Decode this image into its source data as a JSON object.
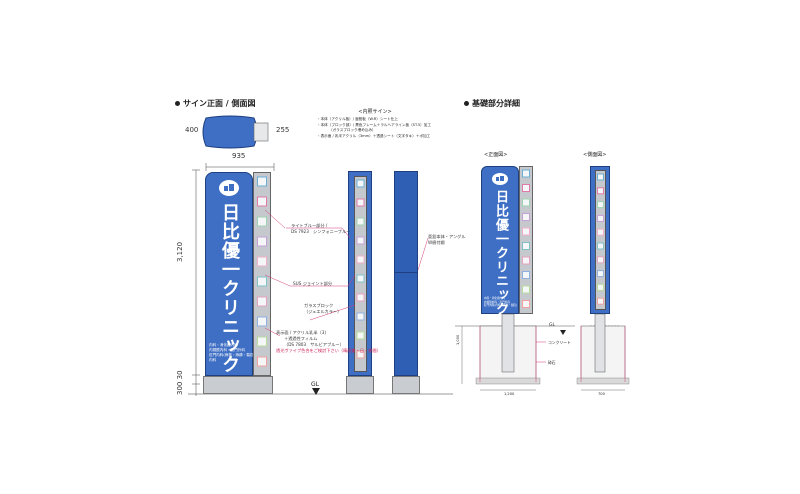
{
  "left_section": {
    "title": "サイン正面 / 側面図"
  },
  "right_section": {
    "title": "基礎部分詳細"
  },
  "plan_view": {
    "width": "400",
    "depth": "255"
  },
  "dimensions": {
    "width": "935",
    "height": "3,120",
    "base_a": "300",
    "base_b": "30",
    "gl": "GL"
  },
  "spec": {
    "title": "<内照サイン>",
    "lines": [
      "・本体（アクリル板）/ 亜鉛板（W.R）シート仕上",
      "・本体（ブロック部）/ 黒色フレーム＋ラルヘアライン板（ST.5）加工",
      "（ガラスブロック埋め込み）",
      "・表示面 / 乳半アクリル（3mm）＋透過シート（文字タキ）＋ボ加工"
    ]
  },
  "sign": {
    "name": "日比優一クリニック",
    "services": [
      "内科・消化器内科",
      "内視鏡内科・肛門外科",
      "肛門内科(痔核・痔瘻・裂肛)",
      "内科"
    ]
  },
  "front_callouts": [
    {
      "text": "ライトブルー部分 /",
      "sub": "DS 7923　シンフォニーブルー"
    },
    {
      "text": "SUS ジョイント部分",
      "sub": ""
    },
    {
      "text": "ガラスブロック",
      "sub": "（ジュエルカラー）"
    },
    {
      "text": "表示面 / アクリル乳半（3)",
      "sub": "＋透過性フィルム"
    },
    {
      "text": "（DS 7803　サルビアブルー）",
      "sub": ""
    }
  ],
  "front_callout_red": "透光ヴァイブ色合をご検討下さい（晴雨兼・日・夜間）",
  "side_callouts": [
    {
      "text": "亜鉛本体・アングル",
      "sub": "W樹付鋼"
    }
  ],
  "detail_views": {
    "front_title": "<正面図>",
    "side_title": "<側面図>",
    "gl": "GL",
    "concrete": "コンクリート",
    "crusher": "砕石",
    "depth_label": "1,000",
    "width_label": "1,200",
    "side_width_label": "700"
  },
  "colors": {
    "panel_blue": "#3f6fc4",
    "panel_dark": "#2b4f9c",
    "frame_gray": "#b8bcc2",
    "pink_accent": "#d23c78",
    "glass_colors": [
      "#6aaed6",
      "#e07aa8",
      "#9fd3b0",
      "#c8a0d8",
      "#f0b0c8",
      "#7fc3c8",
      "#e6a3bf",
      "#8fb0e0",
      "#b7dd9d",
      "#f2a1a1"
    ]
  }
}
